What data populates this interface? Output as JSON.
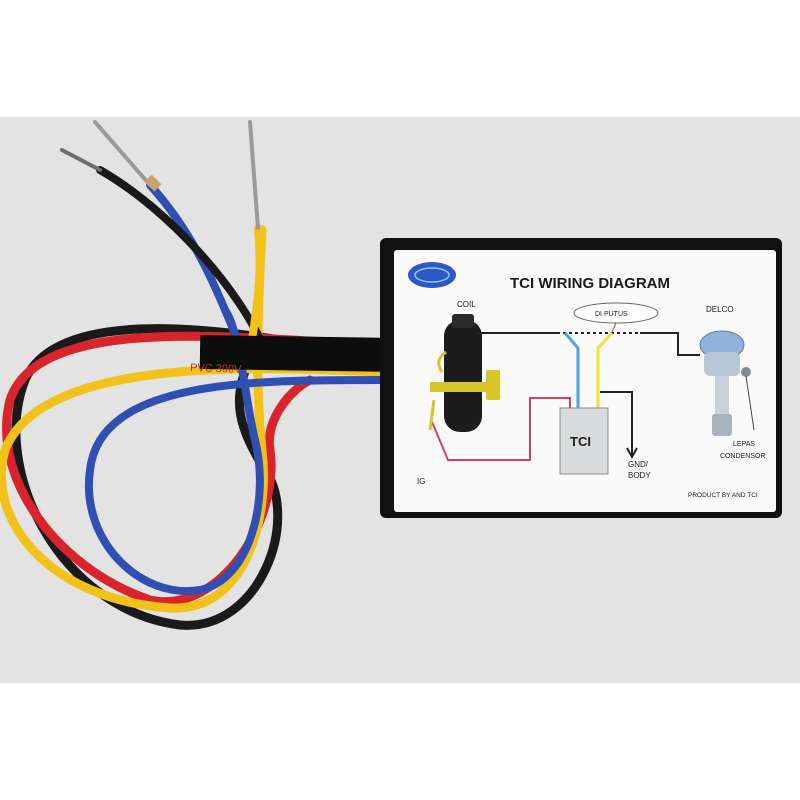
{
  "label": {
    "title": "TCI WIRING DIAGRAM",
    "coil": "COIL",
    "delco": "DELCO",
    "cut_note": "DI PUTUS",
    "tci": "TCI",
    "ig": "IG",
    "gnd": "GND/",
    "body": "BODY",
    "lepas": "LEPAS",
    "condensor": "CONDENSOR",
    "product": "PRODUCT BY AND TCI"
  },
  "cable_print": "PVC 300V",
  "colors": {
    "wall": "#e4e3e3",
    "module_black": "#111111",
    "red_wire": "#d9242c",
    "yellow_wire": "#f2c21b",
    "blue_wire": "#2f4fb3",
    "black_wire": "#1a1a1a",
    "diagram_blue_wire": "#4aa3e0",
    "diagram_yellow_wire": "#f0e23a",
    "diagram_red_wire": "#d8405a"
  },
  "icons": [
    "ribbon-logo-icon",
    "ignition-coil-icon",
    "tci-box-icon",
    "distributor-icon"
  ]
}
